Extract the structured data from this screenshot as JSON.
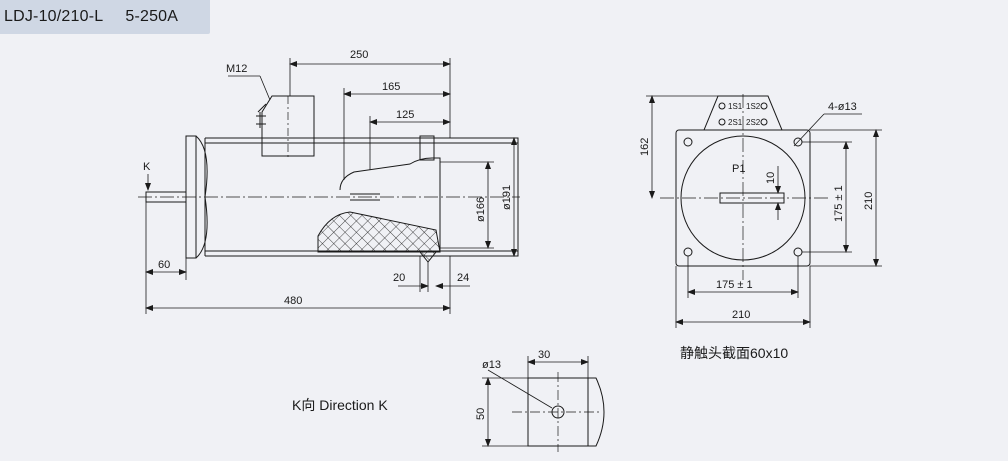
{
  "header": {
    "model": "LDJ-10/210-L",
    "rating": "5-250A"
  },
  "side_view": {
    "thread_label": "M12",
    "view_marker": "K",
    "dims": {
      "d250": "250",
      "d165": "165",
      "d125": "125",
      "dia166": "ø166",
      "dia191": "ø191",
      "d60": "60",
      "d20": "20",
      "d24": "24",
      "d480": "480"
    }
  },
  "front_view": {
    "terminal_marks": [
      "1S1",
      "1S2",
      "2S1",
      "2S2"
    ],
    "holes_label": "4-ø13",
    "primary_label": "P1",
    "dims": {
      "d162": "162",
      "d10": "10",
      "d175_v": "175 ± 1",
      "d210_v": "210",
      "d175_h": "175 ± 1",
      "d210_h": "210"
    },
    "caption": "静触头截面60x10"
  },
  "k_view": {
    "hole_label": "ø13",
    "d30": "30",
    "d50": "50",
    "caption": "K向 Direction K"
  }
}
